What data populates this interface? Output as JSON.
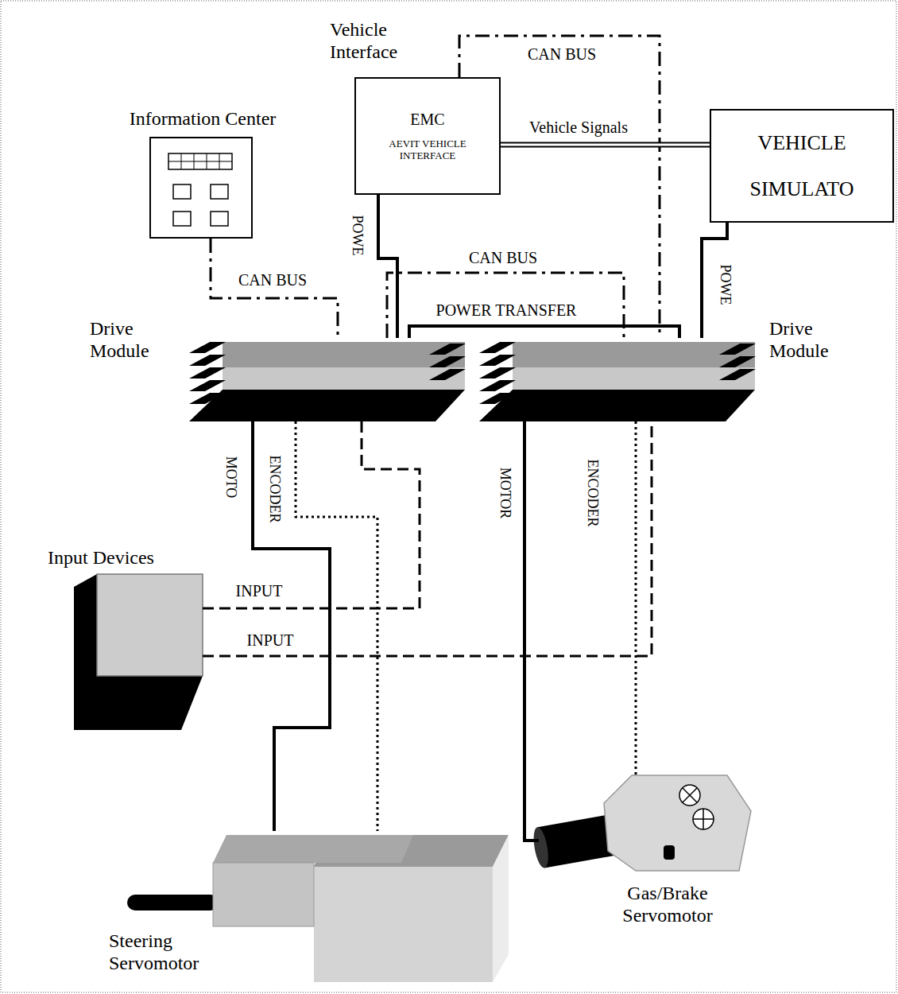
{
  "diagram": {
    "nodes": [
      {
        "text": [
          "Information Center"
        ]
      },
      {
        "text": [
          "Vehicle Interface",
          "EMC",
          "AEVIT VEHICLE INTERFACE"
        ]
      },
      {
        "text": [
          "VEHICLE",
          "SIMULATO"
        ]
      },
      {
        "text": [
          "Drive Module"
        ]
      },
      {
        "text": [
          "Drive Module"
        ]
      },
      {
        "text": [
          "Input Devices"
        ]
      },
      {
        "text": [
          "Steering Servomotor"
        ]
      },
      {
        "text": [
          "Gas/Brake Servomotor"
        ]
      }
    ],
    "edges": [
      {
        "from": 1,
        "to": 4,
        "arrow": "none",
        "label": "CAN BUS"
      },
      {
        "from": 1,
        "to": 2,
        "arrow": "none",
        "label": "Vehicle Signals"
      },
      {
        "from": 1,
        "to": 3,
        "arrow": "none",
        "label": "POWE"
      },
      {
        "from": 0,
        "to": 3,
        "arrow": "none",
        "label": "CAN BUS"
      },
      {
        "from": 3,
        "to": 4,
        "arrow": "none",
        "label": "CAN BUS"
      },
      {
        "from": 3,
        "to": 4,
        "arrow": "none",
        "label": "POWER TRANSFER"
      },
      {
        "from": 2,
        "to": 4,
        "arrow": "none",
        "label": "POWE"
      },
      {
        "from": 3,
        "to": 6,
        "arrow": "none",
        "label": "MOTO"
      },
      {
        "from": 3,
        "to": 6,
        "arrow": "none",
        "label": "ENCODER"
      },
      {
        "from": 5,
        "to": 3,
        "arrow": "none",
        "label": "INPUT"
      },
      {
        "from": 5,
        "to": 4,
        "arrow": "none",
        "label": "INPUT"
      },
      {
        "from": 4,
        "to": 7,
        "arrow": "none",
        "label": "MOTOR"
      },
      {
        "from": 4,
        "to": 7,
        "arrow": "none",
        "label": "ENCODER"
      }
    ]
  }
}
